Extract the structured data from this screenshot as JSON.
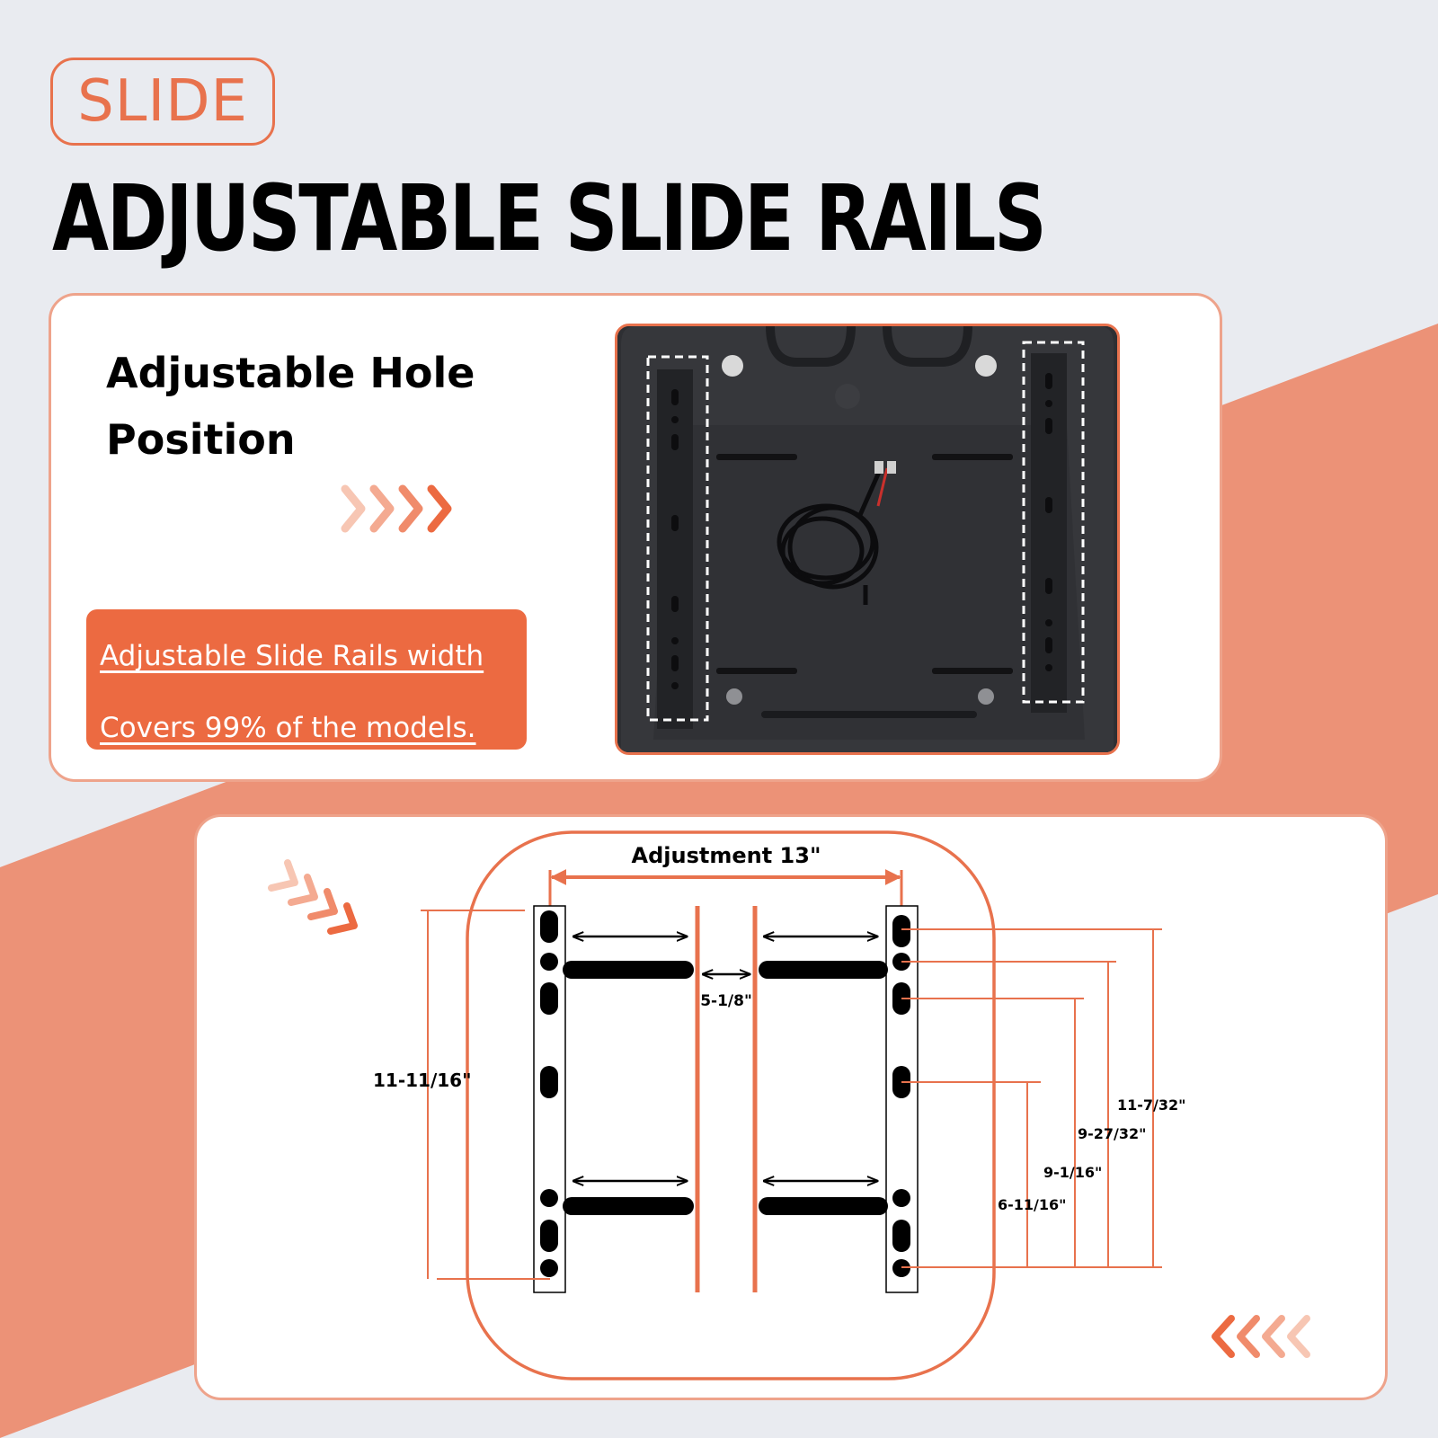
{
  "badge": {
    "label": "SLIDE"
  },
  "headline": "ADJUSTABLE SLIDE RAILS",
  "feature": {
    "title_line1": "Adjustable Hole",
    "title_line2": "Position"
  },
  "callout": {
    "line1": "Adjustable Slide Rails width",
    "line2": "Covers 99% of the models."
  },
  "photo": {
    "description_icon": "seat-underside-photo"
  },
  "dimensions": {
    "adjustment": "Adjustment 13\"",
    "gap": "5-1/8\"",
    "left_height": "11-11/16\"",
    "right_heights": [
      "11-7/32\"",
      "9-27/32\"",
      "9-1/16\"",
      "6-11/16\""
    ]
  },
  "colors": {
    "accent": "#e8724d",
    "band": "#ec9277",
    "callout_bg": "#ec6a41",
    "background": "#e9ebf0"
  }
}
